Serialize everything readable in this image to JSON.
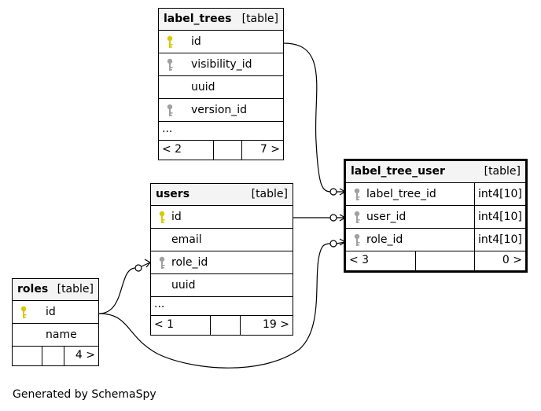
{
  "credit": "Generated by SchemaSpy",
  "tables": {
    "label_trees": {
      "name": "label_trees",
      "tag": "[table]",
      "cols": [
        "id",
        "visibility_id",
        "uuid",
        "version_id"
      ],
      "ellipsis": "...",
      "parents": "< 2",
      "children": "7 >"
    },
    "users": {
      "name": "users",
      "tag": "[table]",
      "cols": [
        "id",
        "email",
        "role_id",
        "uuid"
      ],
      "ellipsis": "...",
      "parents": "< 1",
      "children": "19 >"
    },
    "roles": {
      "name": "roles",
      "tag": "[table]",
      "cols": [
        "id",
        "name"
      ],
      "children": "4 >"
    },
    "label_tree_user": {
      "name": "label_tree_user",
      "tag": "[table]",
      "cols": [
        "label_tree_id",
        "user_id",
        "role_id"
      ],
      "types": [
        "int4[10]",
        "int4[10]",
        "int4[10]"
      ],
      "parents": "< 3",
      "children": "0 >"
    }
  },
  "colors": {
    "primary_key": "#d8c800",
    "foreign_key": "#a0a0a0"
  }
}
